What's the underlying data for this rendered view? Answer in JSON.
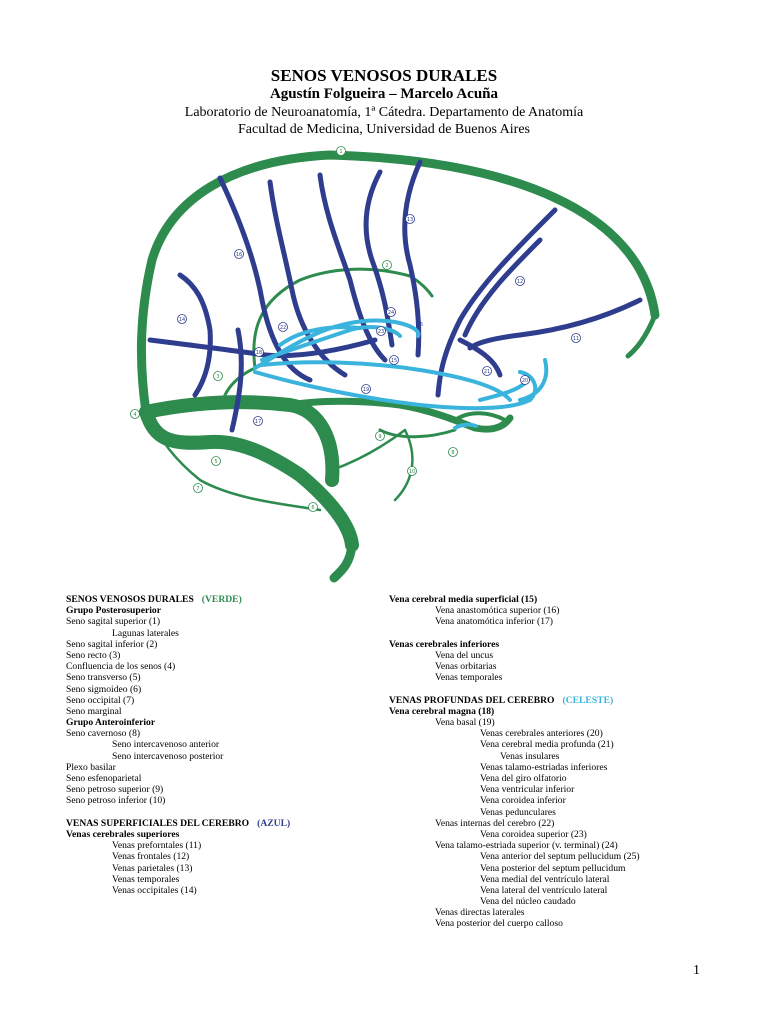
{
  "header": {
    "title": "SENOS VENOSOS DURALES",
    "authors": "Agustín Folgueira – Marcelo Acuña",
    "lab": "Laboratorio de Neuroanatomía, 1ª Cátedra. Departamento de Anatomía",
    "faculty": "Facultad de Medicina, Universidad de Buenos Aires"
  },
  "colors": {
    "green": "#2e8b4e",
    "blue": "#2f3d8f",
    "light_blue": "#3ab4dc"
  },
  "diagram_labels": [
    "1",
    "2",
    "3",
    "4",
    "5",
    "6",
    "7",
    "8",
    "9",
    "10",
    "11",
    "12",
    "13",
    "14",
    "15",
    "16",
    "17",
    "18",
    "19",
    "21",
    "20",
    "22",
    "23",
    "24",
    "25"
  ],
  "left_column": {
    "dural": {
      "heading": "SENOS VENOSOS DURALES",
      "tag": "(VERDE)",
      "group_posterosuperior": "Grupo Posterosuperior",
      "seno_sagital_superior": "Seno sagital superior (1)",
      "lagunas_laterales": "Lagunas laterales",
      "seno_sagital_inferior": "Seno sagital inferior (2)",
      "seno_recto": "Seno recto (3)",
      "confluencia": "Confluencia de los senos (4)",
      "seno_transverso": "Seno transverso (5)",
      "seno_sigmoideo": "Seno sigmoideo (6)",
      "seno_occipital": "Seno occipital (7)",
      "seno_marginal": "Seno marginal",
      "group_anteroinferior": "Grupo Anteroinferior",
      "seno_cavernoso": "Seno cavernoso (8)",
      "intercav_anterior": "Seno intercavenoso anterior",
      "intercav_posterior": "Seno intercavenoso posterior",
      "plexo_basilar": "Plexo basilar",
      "seno_esfenoparietal": "Seno esfenoparietal",
      "seno_petroso_superior": "Seno petroso superior (9)",
      "seno_petroso_inferior": "Seno petroso inferior (10)"
    },
    "superficial": {
      "heading": "VENAS SUPERFICIALES DEL CEREBRO",
      "tag": "(AZUL)",
      "group": "Venas cerebrales superiores",
      "prefrontales": "Venas preforntales (11)",
      "frontales": "Venas frontales (12)",
      "parietales": "Venas parietales (13)",
      "temporales": "Venas temporales",
      "occipitales": "Venas occipitales (14)"
    }
  },
  "right_column": {
    "media_superficial": {
      "heading": "Vena cerebral media superficial (15)",
      "anast_superior": "Vena anastomótica superior (16)",
      "anast_inferior": "Vena anatomótica inferior (17)"
    },
    "inferiores": {
      "heading": "Venas cerebrales inferiores",
      "uncus": "Vena del uncus",
      "orbitarias": "Venas orbitarias",
      "temporales": "Venas temporales"
    },
    "profundas": {
      "heading": "VENAS PROFUNDAS DEL CEREBRO",
      "tag": "(CELESTE)",
      "magna": "Vena cerebral magna (18)",
      "basal": "Vena basal (19)",
      "anteriores": "Venas cerebrales anteriores (20)",
      "media_profunda": "Vena cerebral media profunda (21)",
      "insulares": "Venas insulares",
      "talamo_inferiores": "Venas talamo-estriadas inferiores",
      "giro_olfatorio": "Vena del giro olfatorio",
      "ventricular_inferior": "Vena ventricular inferior",
      "coroidea_inferior": "Vena coroidea inferior",
      "pedunculares": "Venas pedunculares",
      "internas": "Venas internas del cerebro (22)",
      "coroidea_superior": "Vena coroidea superior (23)",
      "talamo_superior": "Vena talamo-estriada superior (v. terminal) (24)",
      "septum_anterior": "Vena anterior del septum pellucidum (25)",
      "septum_posterior": "Vena posterior del septum pellucidum",
      "medial_ventriculo": "Vena medial del ventrículo lateral",
      "lateral_ventriculo": "Vena lateral del ventrículo lateral",
      "nucleo_caudado": "Vena del núcleo caudado",
      "directas_laterales": "Venas directas laterales",
      "posterior_calloso": "Vena posterior del cuerpo calloso"
    }
  },
  "page_number": "1"
}
